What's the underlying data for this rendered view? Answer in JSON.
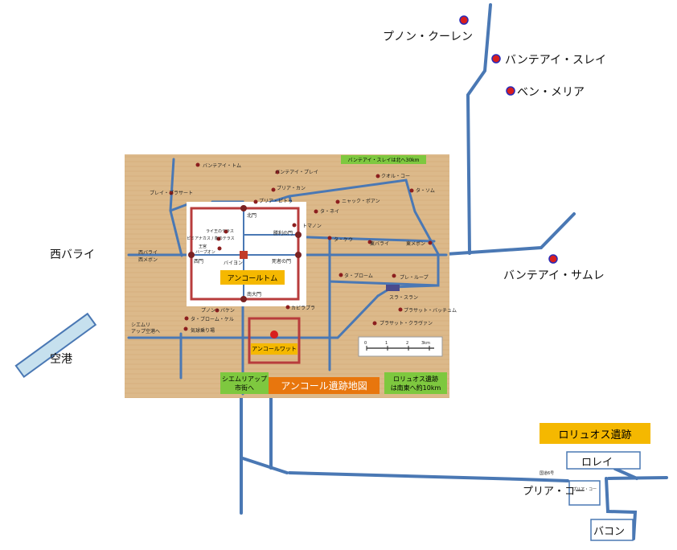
{
  "outer_labels": {
    "phnom_kulen": "プノン・クーレン",
    "banteay_srei": "バンテアイ・スレイ",
    "beng_mealea": "ベン・メリア",
    "banteay_samre": "バンテアイ・サムレ",
    "west_baray": "西バライ",
    "airport": "空港",
    "roluos": "ロリュオス遺跡",
    "lolei": "ロレイ",
    "preah_ko": "プリア・コー",
    "bakong": "バコン",
    "route6": "国道6号",
    "preah_ko_small": "プリア・コー"
  },
  "inset": {
    "title": "アンコール遺跡地図",
    "angkor_thom": "アンコールトム",
    "angkor_wat": "アンコールワット",
    "note_srei": "バンテアイ・スレイは北へ30km",
    "note_city": "シエムリアップ\n市街へ",
    "note_roluos": "ロリュオス遺跡\nは南東へ約10km",
    "scale": [
      "0",
      "1",
      "2",
      "3km"
    ],
    "places": {
      "banteay_thom": "バンテアイ・トム",
      "banteay_prei": "バンテアイ・プレイ",
      "preah_khan": "プリア・カン",
      "krol_ko": "クオル・コー",
      "ta_som": "タ・ソム",
      "prei_prasat": "プレイ・プラサート",
      "preah_pithu_n": "プリア・ピトゥ",
      "neak_pean": "ニャック・ポアン",
      "ta_nei": "タ・ネイ",
      "north_gate": "北門",
      "leper_king": "ライ王のテラス",
      "elephant_terrace": "ピミアナカス / 象のテラス",
      "royal_palace": "王宮",
      "baphuon": "バープオン",
      "bayon": "バイヨン",
      "west_gate": "西門",
      "victory_gate": "勝利の門",
      "dead_gate": "死者の門",
      "thommanon": "トマノン",
      "ta_keo": "タ・ケウ",
      "east_baray": "東バライ",
      "east_mebon": "東メボン",
      "west_baray_small": "西バライ",
      "west_mebon": "西メボン",
      "ta_prohm_kel": "タ・ブローム・ケル",
      "ta_prohm": "タ・プローム",
      "pre_rup": "プレ・ループ",
      "srah_srang": "スラ・スラン",
      "south_gate": "南大門",
      "phnom_bakheng": "プノン・バケン",
      "balloon": "気球乗り場",
      "kapilapura": "カピラプラ",
      "prasat_bat_chum": "プラサット・バッチュム",
      "prasat_kravan": "プラサット・クラヴァン",
      "siem_reap_airport": "シエムリ\nアップ空港へ"
    }
  },
  "colors": {
    "road": "#4a78b4",
    "inset_bg": "#dcb98a",
    "thom_box": "#b83c3c",
    "gold": "#f5b800",
    "orange": "#e8760d",
    "green": "#7ec83f",
    "dot": "#d81e1e",
    "airport_fill": "#c6e0ee"
  }
}
